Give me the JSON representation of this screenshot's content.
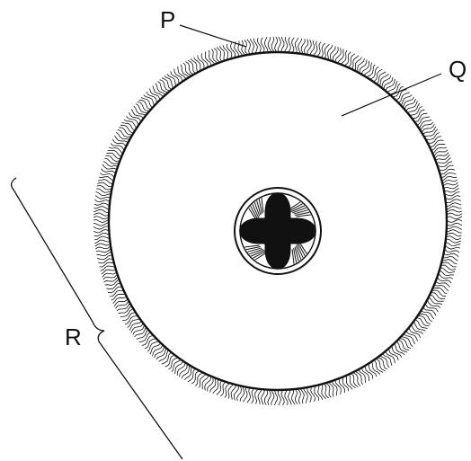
{
  "labels": {
    "p": "P",
    "q": "Q",
    "r": "R"
  },
  "colors": {
    "ink": "#111111",
    "background": "#ffffff"
  }
}
